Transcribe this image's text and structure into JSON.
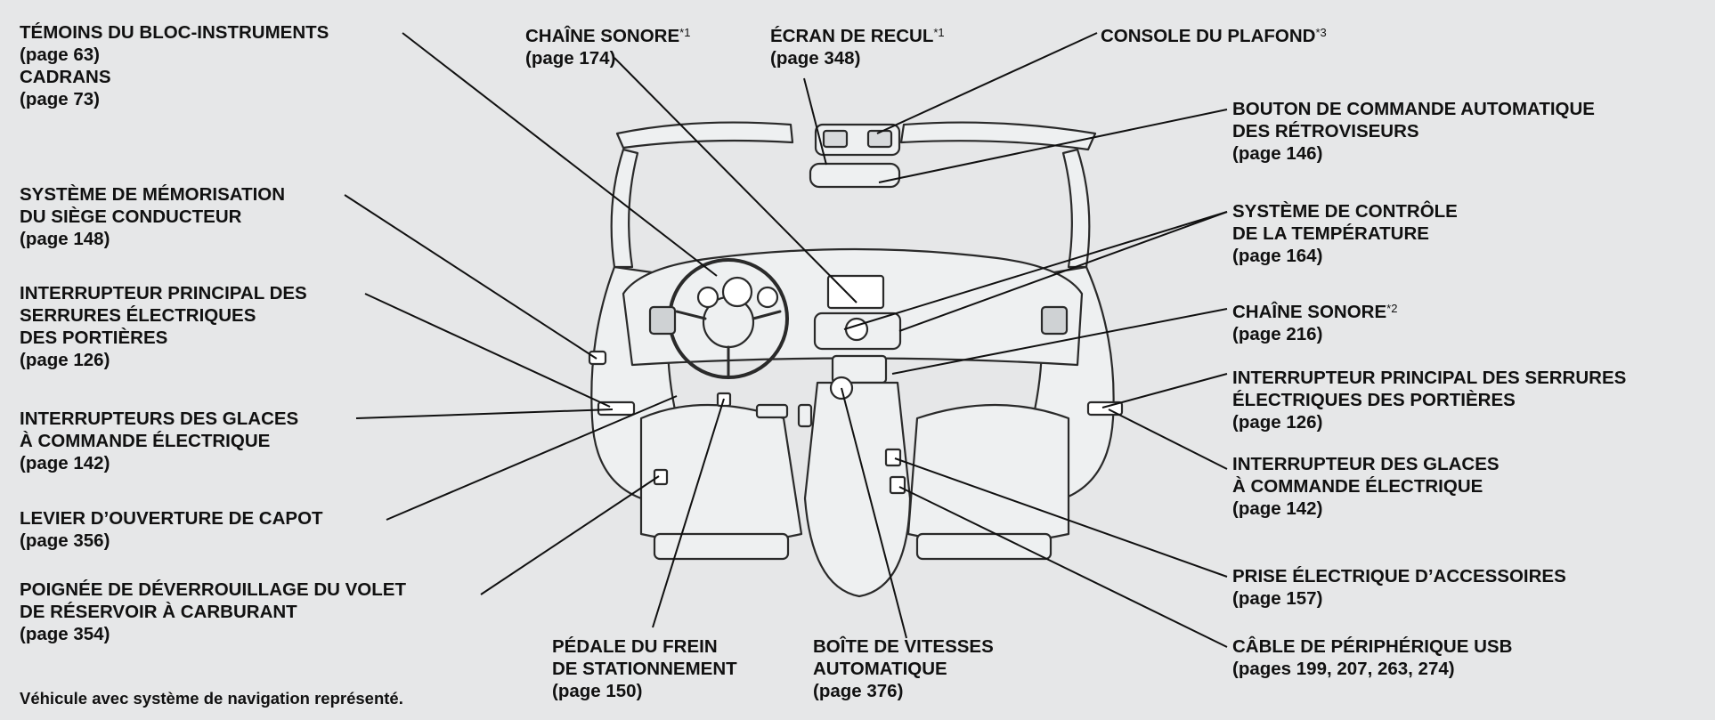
{
  "labels": {
    "temoins": {
      "title": "TÉMOINS DU BLOC-INSTRUMENTS",
      "page": "(page 63)"
    },
    "cadrans": {
      "title": "CADRANS",
      "page": "(page 73)"
    },
    "memoire": {
      "title1": "SYSTÈME DE MÉMORISATION",
      "title2": "DU SIÈGE CONDUCTEUR",
      "page": "(page 148)"
    },
    "serrures_gauche": {
      "title1": "INTERRUPTEUR PRINCIPAL DES",
      "title2": "SERRURES ÉLECTRIQUES",
      "title3": "DES PORTIÈRES",
      "page": "(page 126)"
    },
    "glaces_gauche": {
      "title1": "INTERRUPTEURS DES GLACES",
      "title2": "À COMMANDE ÉLECTRIQUE",
      "page": "(page 142)"
    },
    "capot": {
      "title": "LEVIER D’OUVERTURE DE CAPOT",
      "page": "(page 356)"
    },
    "reservoir": {
      "title1": "POIGNÉE DE DÉVERROUILLAGE DU VOLET",
      "title2": "DE RÉSERVOIR À CARBURANT",
      "page": "(page 354)"
    },
    "chaine1": {
      "title": "CHAÎNE SONORE",
      "mark": "*1",
      "page": "(page 174)"
    },
    "recul": {
      "title": "ÉCRAN DE RECUL",
      "mark": "*1",
      "page": "(page 348)"
    },
    "plafond": {
      "title": "CONSOLE DU PLAFOND",
      "mark": "*3"
    },
    "retro": {
      "title1": "BOUTON DE COMMANDE AUTOMATIQUE",
      "title2": "DES RÉTROVISEURS",
      "page": "(page 146)"
    },
    "temperature": {
      "title1": "SYSTÈME DE CONTRÔLE",
      "title2": "DE LA TEMPÉRATURE",
      "page": "(page 164)"
    },
    "chaine2": {
      "title": "CHAÎNE SONORE",
      "mark": "*2",
      "page": "(page 216)"
    },
    "serrures_droite": {
      "title1": "INTERRUPTEUR PRINCIPAL DES SERRURES",
      "title2": "ÉLECTRIQUES DES PORTIÈRES",
      "page": "(page 126)"
    },
    "glaces_droite": {
      "title1": "INTERRUPTEUR DES GLACES",
      "title2": "À COMMANDE ÉLECTRIQUE",
      "page": "(page 142)"
    },
    "prise": {
      "title": "PRISE ÉLECTRIQUE D’ACCESSOIRES",
      "page": "(page 157)"
    },
    "usb": {
      "title": "CÂBLE DE PÉRIPHÉRIQUE USB",
      "page": "(pages 199, 207, 263, 274)"
    },
    "frein": {
      "title1": "PÉDALE DU FREIN",
      "title2": "DE STATIONNEMENT",
      "page": "(page 150)"
    },
    "boite": {
      "title1": "BOÎTE DE VITESSES",
      "title2": "AUTOMATIQUE",
      "page": "(page 376)"
    }
  },
  "caption": "Véhicule avec système de navigation représenté."
}
